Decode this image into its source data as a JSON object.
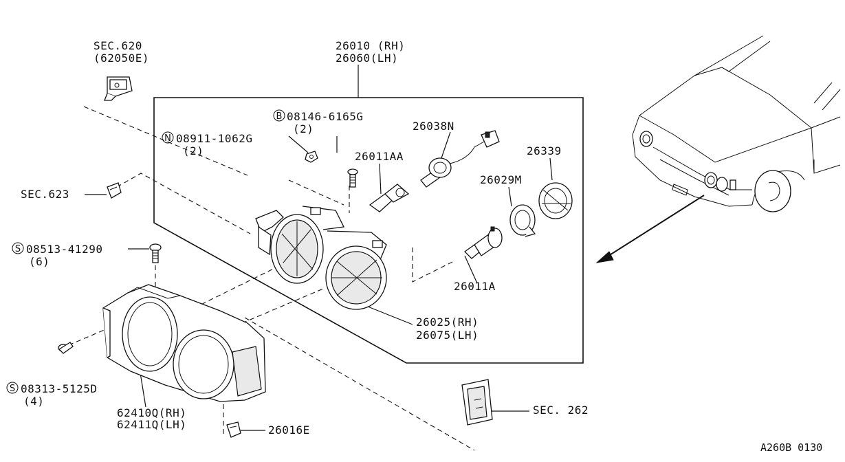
{
  "diagram_code": "A260B 0130",
  "callouts": {
    "sec620": {
      "line1": "SEC.620",
      "line2": "(62050E)"
    },
    "assembly": {
      "line1": "26010 (RH)",
      "line2": "26060(LH)"
    },
    "bolt_b": {
      "prefix": "B",
      "number": "08146-6165G",
      "qty": "(2)"
    },
    "nut_n": {
      "prefix": "N",
      "number": "08911-1062G",
      "qty": "(2)"
    },
    "p26038N": "26038N",
    "p26011AA": "26011AA",
    "p26339": "26339",
    "p26029M": "26029M",
    "sec623": "SEC.623",
    "screw_s1": {
      "prefix": "S",
      "number": "08513-41290",
      "qty": "(6)"
    },
    "p26011A": "26011A",
    "lens": {
      "line1": "26025(RH)",
      "line2": "26075(LH)"
    },
    "screw_s2": {
      "prefix": "S",
      "number": "08313-5125D",
      "qty": "(4)"
    },
    "finisher": {
      "line1": "62410Q(RH)",
      "line2": "62411Q(LH)"
    },
    "p26016E": "26016E",
    "sec262": "SEC. 262"
  }
}
